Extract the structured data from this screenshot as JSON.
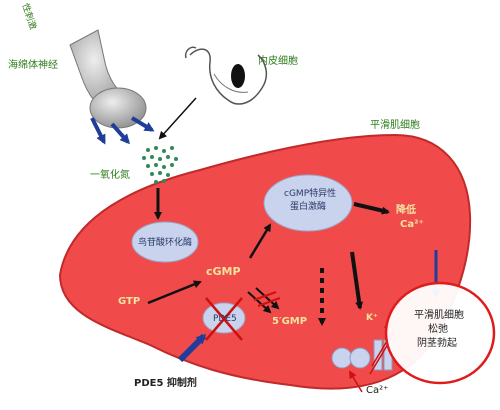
{
  "diagram": {
    "labels": {
      "top_left_vertical": "性刺激",
      "nerve": "海绵体神经",
      "endothelial": "内皮细胞",
      "smooth_muscle_cell": "平滑肌细胞",
      "nitric_oxide": "一氧化氮",
      "guanylate_cyclase": "鸟苷酸环化酶",
      "cgmp_kinase_line1": "cGMP特异性",
      "cgmp_kinase_line2": "蛋白激酶",
      "lower_ca_line1": "降低",
      "lower_ca_line2": "Ca²⁺",
      "cgmp": "cGMP",
      "gtp": "GTP",
      "pde5": "PDE5",
      "five_gmp": "5′GMP",
      "k_plus": "K⁺",
      "ca_bottom": "Ca²⁺",
      "relax_line1": "平滑肌细胞",
      "relax_line2": "松弛",
      "relax_line3": "阴茎勃起",
      "inhibitor": "PDE5 抑制剂"
    },
    "colors": {
      "cell_fill": "#f04a4a",
      "cell_edge": "#c02a2a",
      "oval_fill": "#c9d3ee",
      "arrow_blue": "#1f3e9a",
      "arrow_black": "#111111",
      "no_dots": "#2e8b57",
      "cross_red": "#d01010",
      "circle_red": "#e01b1b"
    },
    "icons": [
      "nerve-terminal-icon",
      "endothelial-cell-icon",
      "ion-channel-icon"
    ]
  }
}
